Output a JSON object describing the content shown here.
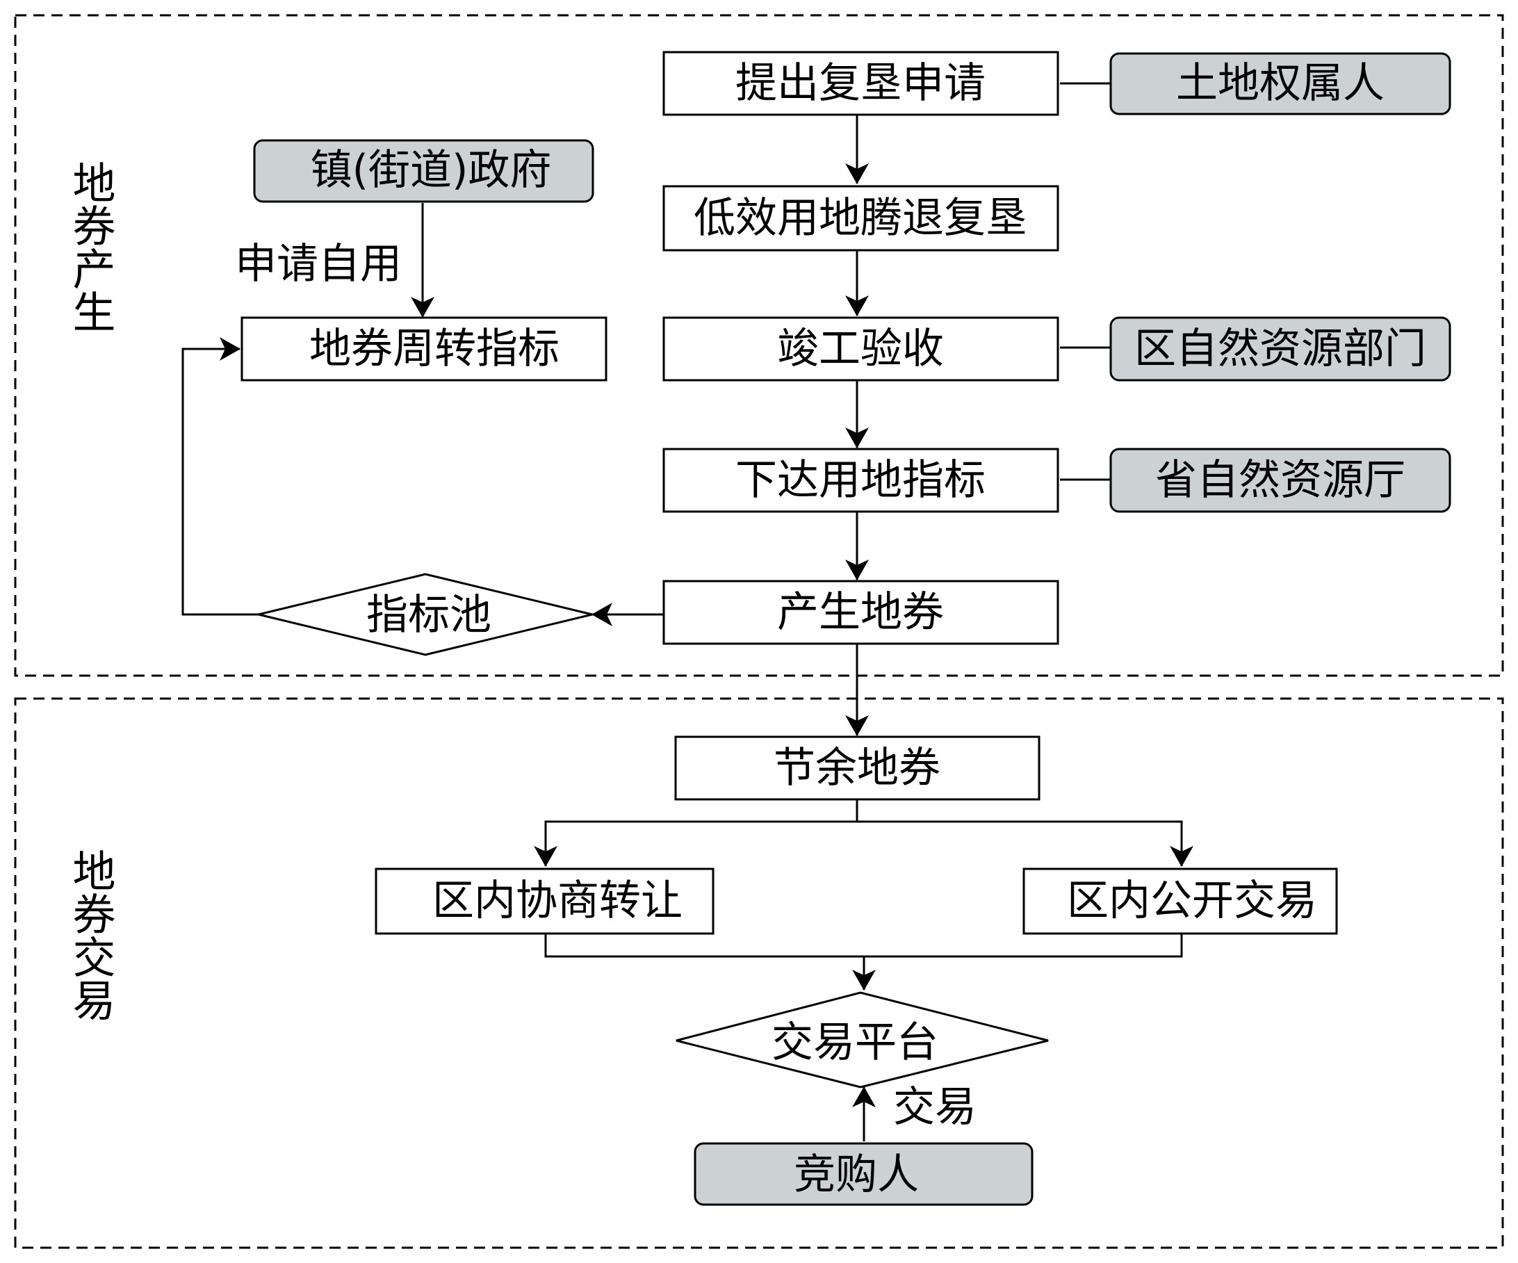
{
  "sections": {
    "generation_label": "地券产生",
    "trading_label": "地券交易"
  },
  "nodes": {
    "apply_reclamation": "提出复垦申请",
    "land_owner": "土地权属人",
    "town_government": "镇(街道)政府",
    "apply_self_use": "申请自用",
    "low_efficiency_reclaim": "低效用地腾退复垦",
    "turnover_indicator": "地券周转指标",
    "completion_acceptance": "竣工验收",
    "district_resources_dept": "区自然资源部门",
    "issue_land_indicator": "下达用地指标",
    "provincial_resources_dept": "省自然资源厅",
    "generate_land_ticket": "产生地券",
    "indicator_pool": "指标池",
    "surplus_land_ticket": "节余地券",
    "negotiated_transfer": "区内协商转让",
    "public_trading": "区内公开交易",
    "trading_platform": "交易平台",
    "trade_label": "交易",
    "bidder": "竞购人"
  },
  "colors": {
    "actor_fill": "#ccd1d4",
    "stroke": "#000000",
    "background": "#ffffff"
  }
}
